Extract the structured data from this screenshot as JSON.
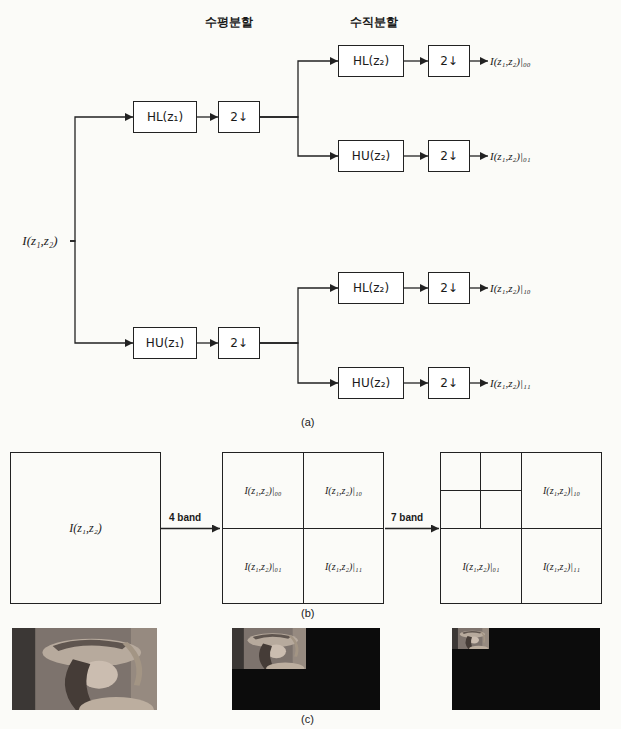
{
  "diagram": {
    "nodes": [
      {
        "text": [
          "I(z₁,z₂)"
        ]
      },
      {
        "text": [
          "HL(z₁)"
        ]
      },
      {
        "text": [
          "2↓"
        ]
      },
      {
        "text": [
          "HU(z₁)"
        ]
      },
      {
        "text": [
          "2↓"
        ]
      },
      {
        "text": [
          "HL(z₂)"
        ]
      },
      {
        "text": [
          "2↓"
        ]
      },
      {
        "text": [
          "I(z₁,z₂)|₀₀"
        ]
      },
      {
        "text": [
          "HU(z₂)"
        ]
      },
      {
        "text": [
          "2↓"
        ]
      },
      {
        "text": [
          "I(z₁,z₂)|₀₁"
        ]
      },
      {
        "text": [
          "HL(z₂)"
        ]
      },
      {
        "text": [
          "2↓"
        ]
      },
      {
        "text": [
          "I(z₁,z₂)|₁₀"
        ]
      },
      {
        "text": [
          "HU(z₂)"
        ]
      },
      {
        "text": [
          "2↓"
        ]
      },
      {
        "text": [
          "I(z₁,z₂)|₁₁"
        ]
      },
      {
        "text": [
          "I(z₁,z₂)"
        ]
      },
      {
        "text": [
          "I(z₁,z₂)|₀₀"
        ]
      },
      {
        "text": [
          "I(z₁,z₂)|₁₀"
        ]
      },
      {
        "text": [
          "I(z₁,z₂)|₀₁"
        ]
      },
      {
        "text": [
          "I(z₁,z₂)|₁₁"
        ]
      },
      {
        "text": [
          "I(z₁,z₂)|₁₀"
        ]
      },
      {
        "text": [
          "I(z₁,z₂)|₀₁"
        ]
      },
      {
        "text": [
          "I(z₁,z₂)|₁₁"
        ]
      }
    ],
    "edges": [
      {
        "from": 0,
        "to": 1,
        "arrow": "to"
      },
      {
        "from": 0,
        "to": 3,
        "arrow": "to"
      },
      {
        "from": 1,
        "to": 2,
        "arrow": "to"
      },
      {
        "from": 2,
        "to": 5,
        "arrow": "to"
      },
      {
        "from": 2,
        "to": 8,
        "arrow": "to"
      },
      {
        "from": 5,
        "to": 6,
        "arrow": "to"
      },
      {
        "from": 6,
        "to": 7,
        "arrow": "to"
      },
      {
        "from": 8,
        "to": 9,
        "arrow": "to"
      },
      {
        "from": 9,
        "to": 10,
        "arrow": "to"
      },
      {
        "from": 3,
        "to": 4,
        "arrow": "to"
      },
      {
        "from": 4,
        "to": 11,
        "arrow": "to"
      },
      {
        "from": 4,
        "to": 14,
        "arrow": "to"
      },
      {
        "from": 11,
        "to": 12,
        "arrow": "to"
      },
      {
        "from": 12,
        "to": 13,
        "arrow": "to"
      },
      {
        "from": 14,
        "to": 15,
        "arrow": "to"
      },
      {
        "from": 15,
        "to": 16,
        "arrow": "to"
      }
    ],
    "labels": [
      "수평분할",
      "수직분할",
      "(a)",
      "4 band",
      "7 band",
      "(b)",
      "(c)"
    ]
  }
}
